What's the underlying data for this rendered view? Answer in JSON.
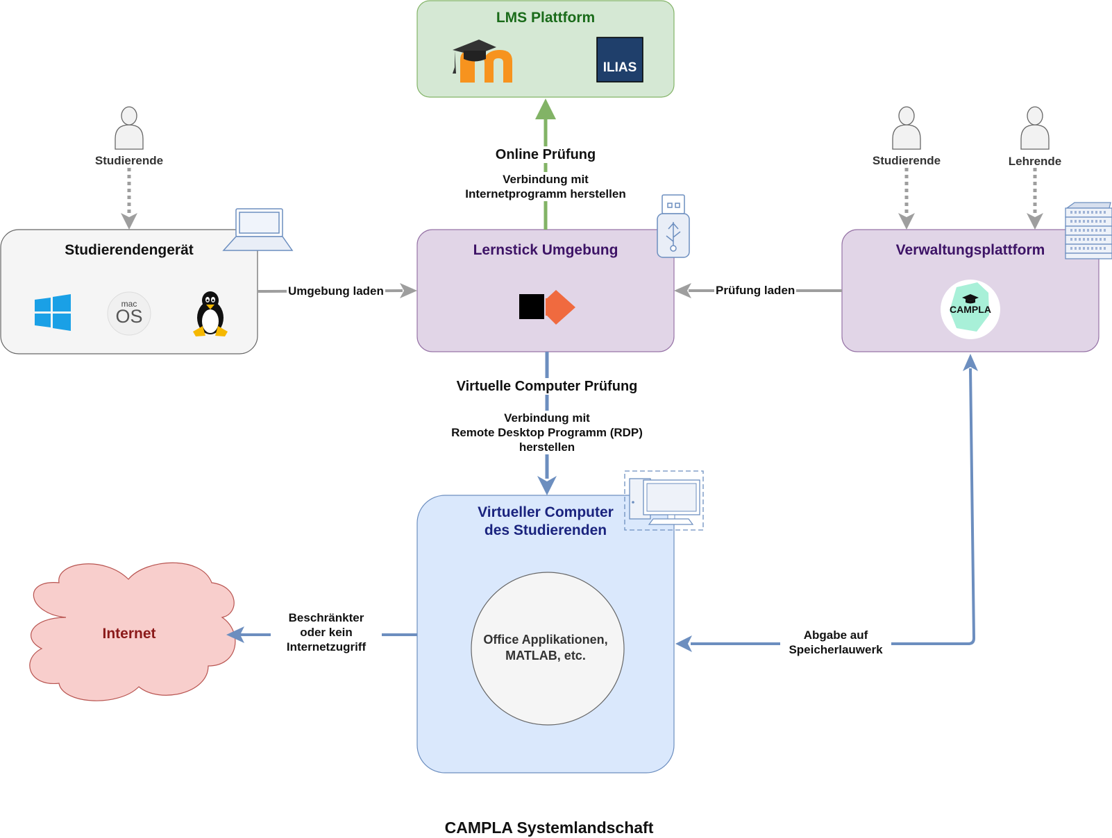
{
  "diagram": {
    "caption": "CAMPLA Systemlandschaft",
    "nodes": {
      "lms": {
        "title": "LMS Plattform",
        "logos": [
          "moodle-logo",
          "ILIAS"
        ]
      },
      "device": {
        "title": "Studierendengerät",
        "os_logos": [
          "windows-logo",
          "macos-logo",
          "linux-tux-logo"
        ],
        "macos_text_small": "mac",
        "macos_text_big": "OS"
      },
      "lernstick": {
        "title": "Lernstick Umgebung"
      },
      "verwaltung": {
        "title": "Verwaltungsplattform",
        "campla_logo_text": "CAMPLA"
      },
      "vm": {
        "title_line1": "Virtueller Computer",
        "title_line2": "des Studierenden",
        "inner_line1": "Office Applikationen,",
        "inner_line2": "MATLAB, etc."
      },
      "internet": {
        "title": "Internet"
      }
    },
    "actors": {
      "left_student": "Studierende",
      "right_student": "Studierende",
      "teacher": "Lehrende"
    },
    "edges": {
      "umgebung_laden": "Umgebung laden",
      "pruefung_laden": "Prüfung laden",
      "online_pruefung": "Online Prüfung",
      "online_sub_line1": "Verbindung mit",
      "online_sub_line2": "Internetprogramm herstellen",
      "virtuelle_pruefung": "Virtuelle Computer Prüfung",
      "rdp_line1": "Verbindung mit",
      "rdp_line2": "Remote Desktop Programm (RDP)",
      "rdp_line3": "herstellen",
      "internet_line1": "Beschränkter",
      "internet_line2": "oder kein",
      "internet_line3": "Internetzugriff",
      "abgabe_line1": "Abgabe auf",
      "abgabe_line2": "Speicherlauwerk"
    },
    "colors": {
      "lms_fill": "#d5e8d4",
      "lms_stroke": "#82b366",
      "lms_title": "#1a6b1a",
      "purple_fill": "#e1d5e7",
      "purple_stroke": "#9673a6",
      "purple_title": "#3d1366",
      "device_fill": "#f5f5f5",
      "device_stroke": "#666666",
      "vm_fill": "#dae8fc",
      "vm_stroke": "#6c8ebf",
      "vm_title": "#1a237e",
      "internet_fill": "#f8cecc",
      "internet_stroke": "#b85450",
      "internet_title": "#8b1a1a",
      "green_arrow": "#82b366",
      "blue_arrow": "#6c8ebf",
      "grey_arrow": "#9e9e9e"
    }
  }
}
